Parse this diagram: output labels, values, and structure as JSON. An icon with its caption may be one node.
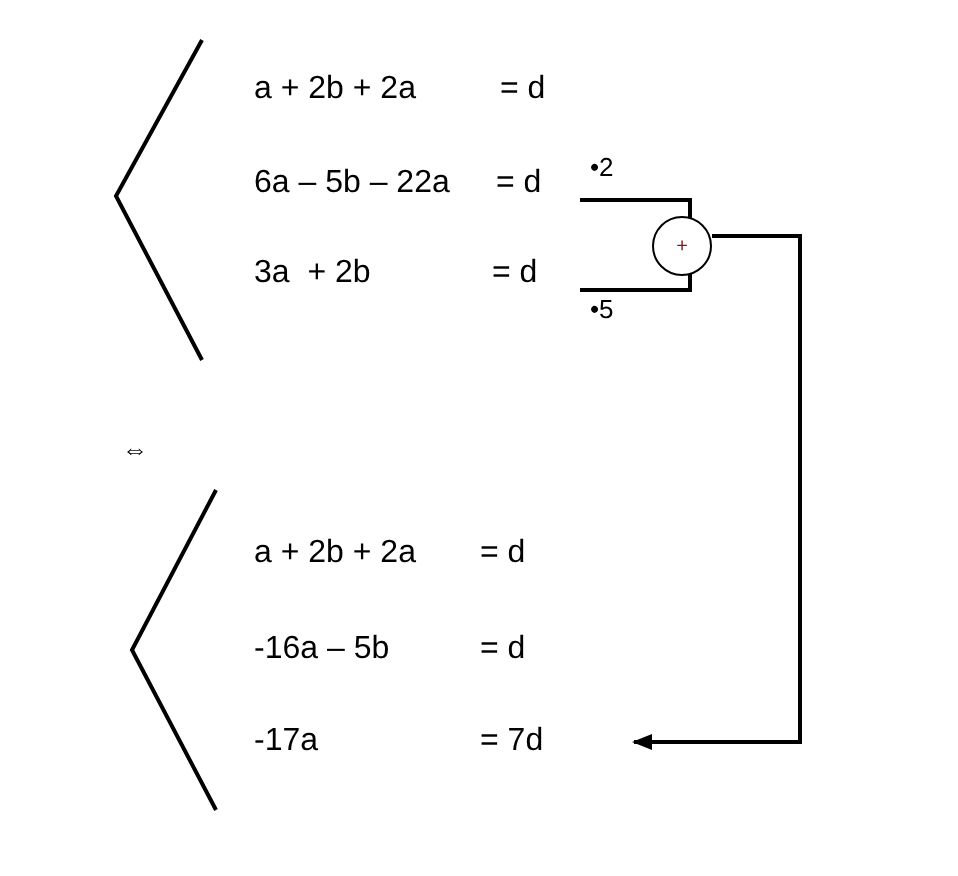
{
  "diagram": {
    "nodes": [
      {
        "text": [
          "a + 2b + 2a",
          "= d"
        ]
      },
      {
        "text": [
          "6a – 5b – 22a",
          "= d"
        ],
        "beside": [
          "•2"
        ]
      },
      {
        "text": [
          "3a  + 2b",
          "= d"
        ],
        "beside": [
          "•5"
        ]
      },
      {
        "text": [
          "+"
        ]
      },
      {
        "text": [
          "a + 2b + 2a",
          "= d"
        ]
      },
      {
        "text": [
          "-16a – 5b",
          "= d"
        ]
      },
      {
        "text": [
          "-17a",
          "= 7d"
        ]
      }
    ],
    "edges": [
      {
        "from": 1,
        "to": 3,
        "arrow": "none"
      },
      {
        "from": 2,
        "to": 3,
        "arrow": "none"
      },
      {
        "from": 3,
        "to": 6,
        "arrow": "to"
      }
    ],
    "labels": [
      "⇔"
    ]
  }
}
